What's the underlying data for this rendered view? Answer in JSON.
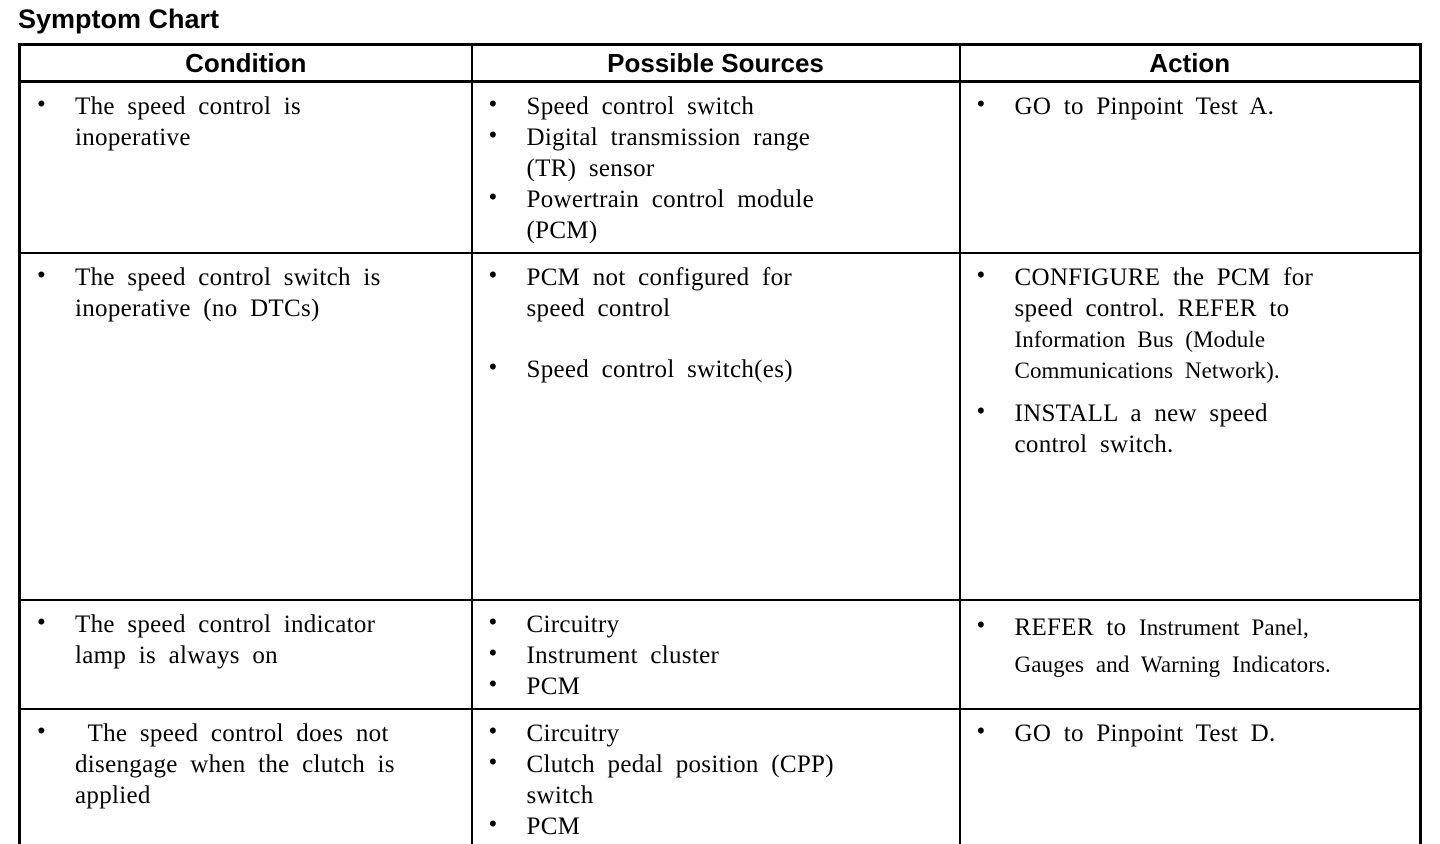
{
  "title": "Symptom Chart",
  "bullet": "•",
  "table": {
    "headers": [
      "Condition",
      "Possible Sources",
      "Action"
    ],
    "rows": [
      {
        "condition": [
          "The speed control is\ninoperative"
        ],
        "sources": [
          "Speed control switch",
          "Digital transmission range\n(TR) sensor",
          "Powertrain control module\n(PCM)"
        ],
        "actions": [
          {
            "text": "GO to Pinpoint Test A."
          }
        ]
      },
      {
        "condition": [
          "The speed control switch is\ninoperative (no DTCs)"
        ],
        "sources": [
          "PCM not configured for\nspeed control",
          "Speed control switch(es)"
        ],
        "actions": [
          {
            "text": "CONFIGURE the PCM for\nspeed control. REFER to\n",
            "ref": "Information Bus (Module\nCommunications Network)."
          },
          {
            "text": "INSTALL a new speed\ncontrol switch."
          }
        ]
      },
      {
        "condition": [
          "The speed control indicator\nlamp is always on"
        ],
        "sources": [
          "Circuitry",
          "Instrument cluster",
          "PCM"
        ],
        "actions": [
          {
            "text": "REFER to ",
            "ref": "Instrument Panel,\nGauges and Warning Indicators."
          }
        ]
      },
      {
        "condition": [
          " The speed control does not\ndisengage when the clutch is\napplied"
        ],
        "sources": [
          "Circuitry",
          "Clutch pedal position (CPP)\nswitch",
          "PCM"
        ],
        "actions": [
          {
            "text": "GO to Pinpoint Test D."
          }
        ]
      }
    ]
  }
}
